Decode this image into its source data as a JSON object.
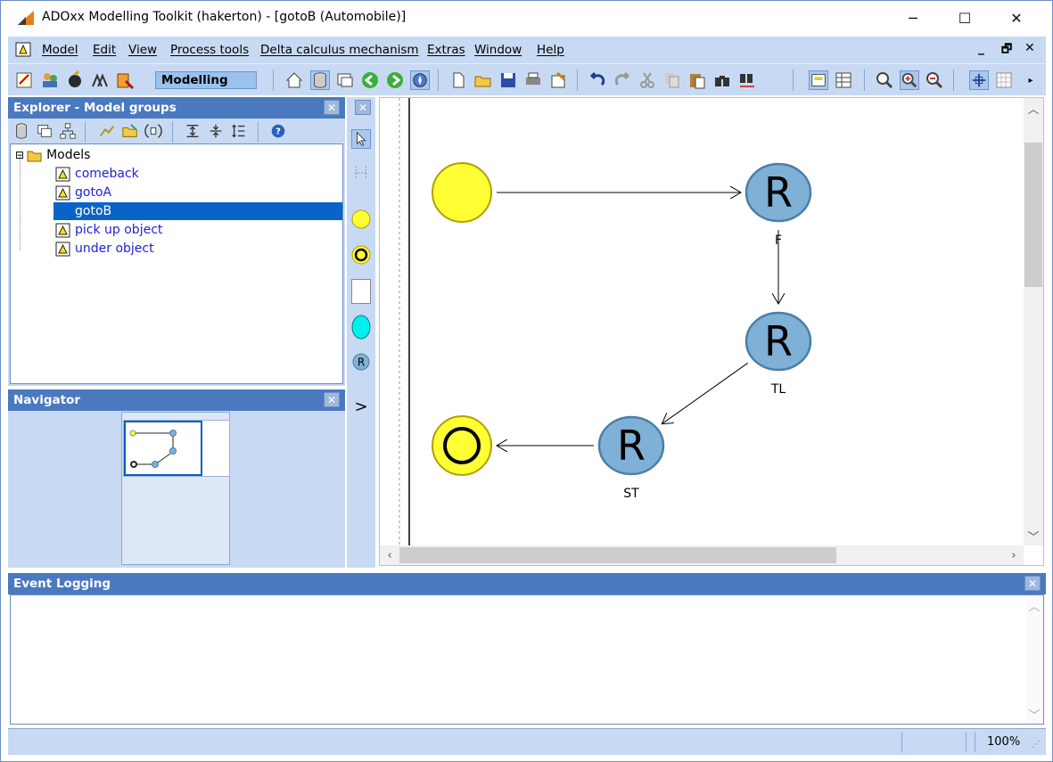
{
  "window": {
    "title": "ADOxx Modelling Toolkit (hakerton) - [gotoB (Automobile)]",
    "minimize_glyph": "─",
    "maximize_glyph": "☐",
    "close_glyph": "✕"
  },
  "menubar": {
    "items": [
      "Model",
      "Edit",
      "View",
      "Process tools",
      "Delta calculus mechanism",
      "Extras",
      "Window",
      "Help"
    ],
    "mdi_minimize": "_",
    "mdi_restore": "🗗",
    "mdi_close": "✕"
  },
  "toolbar": {
    "mode_label": "Modelling"
  },
  "explorer": {
    "title": "Explorer - Model groups",
    "tree": {
      "root_label": "Models",
      "expander": "⊟",
      "items": [
        "comeback",
        "gotoA",
        "gotoB",
        "pick up object",
        "under object"
      ],
      "selected_index": 2
    }
  },
  "navigator": {
    "title": "Navigator"
  },
  "palette": {
    "expand_glyph": ">"
  },
  "diagram": {
    "nodes": [
      {
        "kind": "start-event",
        "label": ""
      },
      {
        "kind": "robot-action",
        "symbol": "R",
        "label": "F"
      },
      {
        "kind": "robot-action",
        "symbol": "R",
        "label": "TL"
      },
      {
        "kind": "robot-action",
        "symbol": "R",
        "label": "ST"
      },
      {
        "kind": "end-event",
        "label": ""
      }
    ],
    "edges": [
      {
        "from": 0,
        "to": 1
      },
      {
        "from": 1,
        "to": 2
      },
      {
        "from": 2,
        "to": 3
      },
      {
        "from": 3,
        "to": 4
      }
    ],
    "colors": {
      "event_fill": "#ffff33",
      "event_stroke": "#b0a000",
      "action_fill": "#7fb0d6",
      "action_stroke": "#4a7ea8"
    }
  },
  "event_logging": {
    "title": "Event Logging"
  },
  "statusbar": {
    "zoom": "100%"
  }
}
